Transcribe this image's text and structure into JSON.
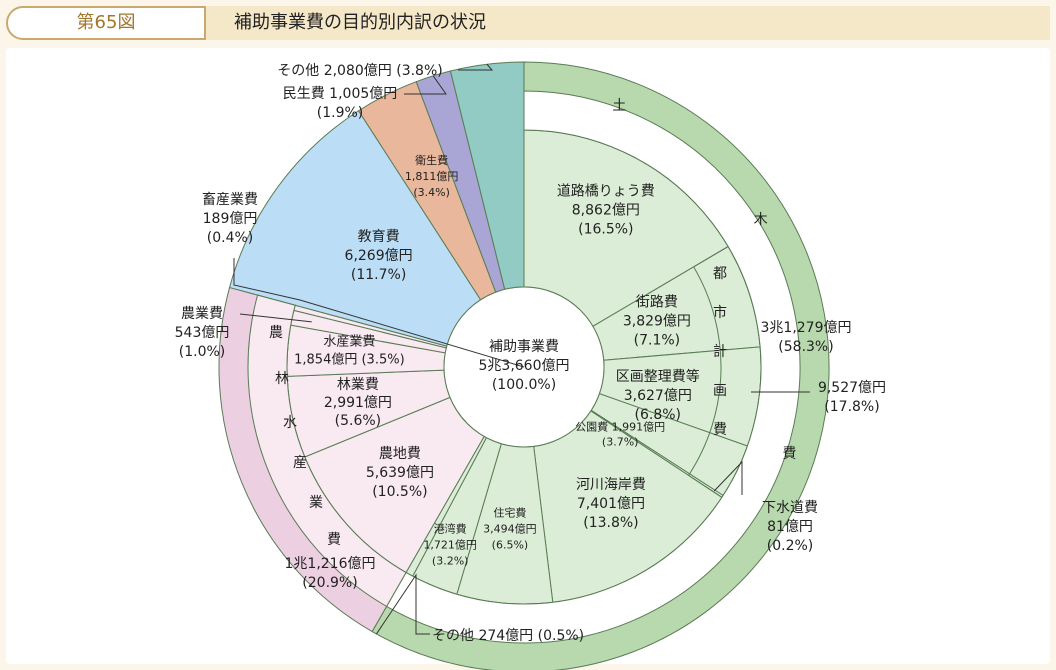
{
  "header": {
    "figure_no": "第65図",
    "title": "補助事業費の目的別内訳の状況"
  },
  "chart_data": {
    "type": "pie",
    "title": "補助事業費の目的別内訳の状況",
    "center_label": [
      "補助事業費",
      "5兆3,660億円",
      "(100.0%)"
    ],
    "total": 53660,
    "unit": "億円",
    "slices": [
      {
        "key": "dorokyo",
        "name": "道路橋りょう費",
        "value": 8862,
        "pct": "(16.5%)",
        "group": "doboku"
      },
      {
        "key": "gairo",
        "name": "街路費",
        "value": 3829,
        "pct": "(7.1%)",
        "group": "doboku"
      },
      {
        "key": "kukaku",
        "name": "区画整理費等",
        "value": 3627,
        "pct": "(6.8%)",
        "group": "doboku"
      },
      {
        "key": "koen",
        "name": "公園費",
        "value": 1991,
        "pct": "(3.7%)",
        "group": "doboku"
      },
      {
        "key": "gesui",
        "name": "下水道費",
        "value": 81,
        "pct": "(0.2%)",
        "group": "doboku"
      },
      {
        "key": "kasen",
        "name": "河川海岸費",
        "value": 7401,
        "pct": "(13.8%)",
        "group": "doboku"
      },
      {
        "key": "jutaku",
        "name": "住宅費",
        "value": 3494,
        "pct": "(6.5%)",
        "group": "doboku"
      },
      {
        "key": "kowan",
        "name": "港湾費",
        "value": 1721,
        "pct": "(3.2%)",
        "group": "doboku"
      },
      {
        "key": "doboku_other",
        "name": "その他",
        "value": 274,
        "pct": "(0.5%)",
        "group": "doboku"
      },
      {
        "key": "nochi",
        "name": "農地費",
        "value": 5639,
        "pct": "(10.5%)",
        "group": "norin"
      },
      {
        "key": "ringyo",
        "name": "林業費",
        "value": 2991,
        "pct": "(5.6%)",
        "group": "norin"
      },
      {
        "key": "suisan",
        "name": "水産業費",
        "value": 1854,
        "pct": "(3.5%)",
        "group": "norin"
      },
      {
        "key": "nogyo",
        "name": "農業費",
        "value": 543,
        "pct": "(1.0%)",
        "group": "norin"
      },
      {
        "key": "chikusan",
        "name": "畜産業費",
        "value": 189,
        "pct": "(0.4%)",
        "group": "norin"
      },
      {
        "key": "kyoiku",
        "name": "教育費",
        "value": 6269,
        "pct": "(11.7%)",
        "group": "other"
      },
      {
        "key": "eisei",
        "name": "衛生費",
        "value": 1811,
        "pct": "(3.4%)",
        "group": "other"
      },
      {
        "key": "minsei",
        "name": "民生費",
        "value": 1005,
        "pct": "(1.9%)",
        "group": "other"
      },
      {
        "key": "sonota",
        "name": "その他",
        "value": 2080,
        "pct": "(3.8%)",
        "group": "other"
      }
    ],
    "groups": [
      {
        "key": "doboku",
        "name_chars": [
          "土",
          "木",
          "費"
        ],
        "total_label": "3兆1,279億円",
        "pct": "(58.3%)"
      },
      {
        "key": "toshi",
        "name_chars": [
          "都",
          "市",
          "計",
          "画",
          "費"
        ],
        "total_label": "9,527億円",
        "pct": "(17.8%)"
      },
      {
        "key": "norin",
        "name_chars": [
          "農",
          "林",
          "水",
          "産",
          "業",
          "費"
        ],
        "total_label": "1兆1,216億円",
        "pct": "(20.9%)"
      }
    ],
    "labels": {
      "dorokyo": [
        "道路橋りょう費",
        "8,862億円",
        "(16.5%)"
      ],
      "gairo": [
        "街路費",
        "3,829億円",
        "(7.1%)"
      ],
      "kukaku": [
        "区画整理費等",
        "3,627億円",
        "(6.8%)"
      ],
      "koen": [
        "公園費 1,991億円",
        "(3.7%)"
      ],
      "gesui": [
        "下水道費",
        "81億円",
        "(0.2%)"
      ],
      "kasen": [
        "河川海岸費",
        "7,401億円",
        "(13.8%)"
      ],
      "jutaku": [
        "住宅費",
        "3,494億円",
        "(6.5%)"
      ],
      "kowan": [
        "港湾費",
        "1,721億円",
        "(3.2%)"
      ],
      "doboku_other": [
        "その他 274億円 (0.5%)"
      ],
      "nochi": [
        "農地費",
        "5,639億円",
        "(10.5%)"
      ],
      "ringyo": [
        "林業費",
        "2,991億円",
        "(5.6%)"
      ],
      "suisan": [
        "水産業費",
        "1,854億円 (3.5%)"
      ],
      "nogyo": [
        "農業費",
        "543億円",
        "(1.0%)"
      ],
      "chikusan": [
        "畜産業費",
        "189億円",
        "(0.4%)"
      ],
      "kyoiku": [
        "教育費",
        "6,269億円",
        "(11.7%)"
      ],
      "eisei": [
        "衛生費",
        "1,811億円",
        "(3.4%)"
      ],
      "minsei": [
        "民生費 1,005億円",
        "(1.9%)"
      ],
      "sonota": [
        "その他 2,080億円 (3.8%)"
      ]
    },
    "colors": {
      "doboku": "#dcedd7",
      "doboku_ring": "#b8d9ad",
      "norin": "#f9e9f1",
      "norin_ring": "#eccfe0",
      "kyoiku": "#bcddf6",
      "eisei": "#e8b79c",
      "minsei": "#a9a6d6",
      "sonota": "#92cac4",
      "line": "#5a7b55",
      "center": "#ffffff"
    }
  }
}
